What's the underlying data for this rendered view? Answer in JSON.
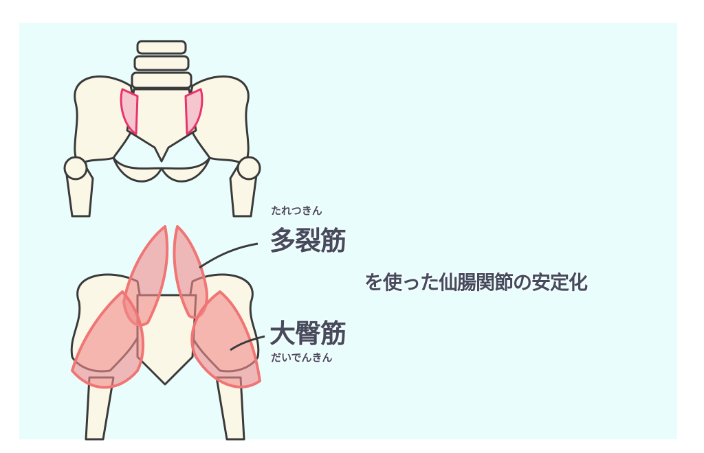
{
  "labels": {
    "multifidus_ruby": "たれつきん",
    "multifidus": "多裂筋",
    "gluteus_ruby": "だいでんきん",
    "gluteus": "大臀筋",
    "caption": "を使った仙腸関節の安定化"
  },
  "colors": {
    "background": "#eafdfd",
    "bone": "#fbf7e6",
    "outline": "#3a3a3a",
    "highlight": "#e8336b",
    "muscle": "#f08a8a",
    "text": "#454a5c"
  }
}
